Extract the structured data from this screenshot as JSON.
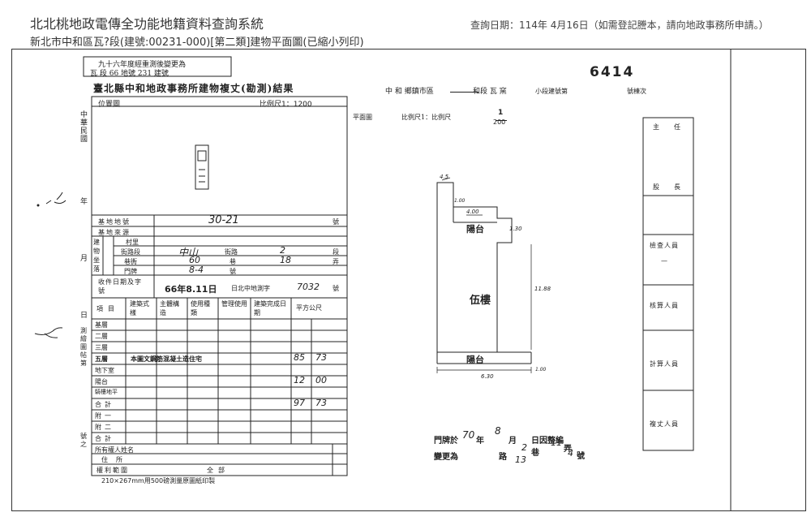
{
  "header": {
    "title": "北北桃地政電傳全功能地籍資料查詢系統",
    "subtitle": "新北市中和區瓦?段(建號:00231-000)[第二類]建物平面圖(已縮小列印)",
    "query_date": "查詢日期：114年 4月16日（如需登記謄本，請向地政事務所申請。）"
  },
  "document": {
    "change_note_line1": "九十六年度經重測後變更為",
    "change_note_line2": "瓦  段 66 地號 231 建號",
    "form_title": "臺北縣中和地政事務所建物複丈(勘測)結果",
    "serial_number": "6414",
    "location_header": {
      "township": "中    和   鄉鎮市區",
      "section": "和段 瓦  窯",
      "subsection": "小段建號第",
      "building_no": "號棟次"
    },
    "position_map_label": "位置圖",
    "position_scale": "比例尺1：1200",
    "floor_plan_label": "平面圖",
    "floor_plan_scale_prefix": "比例尺1：比例尺",
    "floor_plan_scale_num": "1",
    "floor_plan_scale_den": "200",
    "left_margin": {
      "era": "中華民國",
      "year": "年",
      "month": "月",
      "day": "日",
      "drawing_no": "測繪圖帖第",
      "no_suffix": "號之"
    },
    "fields": {
      "base_lot_label": "基地地號",
      "base_lot_value": "30-21",
      "base_lot_suffix": "號",
      "base_source_label": "基地來源",
      "village_label": "村里",
      "street_label": "街路段",
      "street_value": "中山",
      "street_mid": "街路",
      "street_no": "2",
      "street_suffix": "段",
      "lane_label": "巷衖",
      "lane_value": "60",
      "lane_mid": "巷",
      "alley_value": "18",
      "alley_suffix": "弄",
      "door_label": "門牌",
      "door_value": "8-4",
      "door_suffix": "號",
      "building_label": "建物坐落",
      "receipt_label": "收件日期及字號",
      "receipt_value": "66年8.11日",
      "receipt_office": "日北中地測字",
      "receipt_number": "7032",
      "receipt_suffix": "號"
    },
    "table_headers": {
      "item": "項目",
      "structure": "建築式樣",
      "main_structure": "主體構造",
      "use_type": "使用種類",
      "mgmt_use": "管理使用",
      "completion": "建築完成日期",
      "area": "平方公尺"
    },
    "rows": [
      {
        "label": "基層",
        "note": "",
        "area_int": "",
        "area_dec": ""
      },
      {
        "label": "二層",
        "note": "",
        "area_int": "",
        "area_dec": ""
      },
      {
        "label": "三層",
        "note": "",
        "area_int": "",
        "area_dec": ""
      },
      {
        "label": "五層",
        "note": "本圖文鋼筋混凝土造住宅",
        "area_int": "85",
        "area_dec": "73"
      },
      {
        "label": "地下室",
        "note": "",
        "area_int": "",
        "area_dec": ""
      },
      {
        "label": "陽台",
        "note": "",
        "area_int": "12",
        "area_dec": "00"
      },
      {
        "label": "騎樓地平",
        "note": "",
        "area_int": "",
        "area_dec": ""
      },
      {
        "label": "合計",
        "note": "",
        "area_int": "97",
        "area_dec": "73"
      },
      {
        "label": "附一",
        "note": "",
        "area_int": "",
        "area_dec": ""
      },
      {
        "label": "附二",
        "note": "",
        "area_int": "",
        "area_dec": ""
      },
      {
        "label": "合計",
        "note": "",
        "area_int": "",
        "area_dec": ""
      }
    ],
    "owner_label": "所有權人姓名",
    "address_label": "住所",
    "rights_label": "權利範圍",
    "rights_value": "全部",
    "paper_note": "210×267mm用500磅測量原圖紙印製",
    "floor_plan": {
      "balcony_top": "陽台",
      "balcony_bottom": "陽台",
      "floor_label": "伍樓",
      "dim_top_left": "4.5",
      "dim_offset": "1.00",
      "dim_width_top": "4.00",
      "dim_balcony_side": "1.30",
      "dim_length": "11.88",
      "dim_bottom_side": "1.00",
      "dim_width_bottom": "6.30"
    },
    "door_change": {
      "line1_prefix": "門牌於",
      "year": "70",
      "year_suffix": "年",
      "month": "8",
      "month_suffix": "月",
      "line1_end": "日因整編",
      "line2_prefix": "變更為",
      "road_suffix": "路",
      "lane_value": "2",
      "lane_suffix": "巷",
      "alley_value": "11",
      "alley_suffix": "弄",
      "number": "13",
      "number_value": "4",
      "number_suffix": "號"
    },
    "right_column": {
      "chief": "主任",
      "section_head": "股長",
      "inspector": "檢查人員",
      "inspector_mark": "—",
      "surveyor": "核算人員",
      "calculator": "計算人員",
      "drafter": "複丈人員"
    }
  }
}
